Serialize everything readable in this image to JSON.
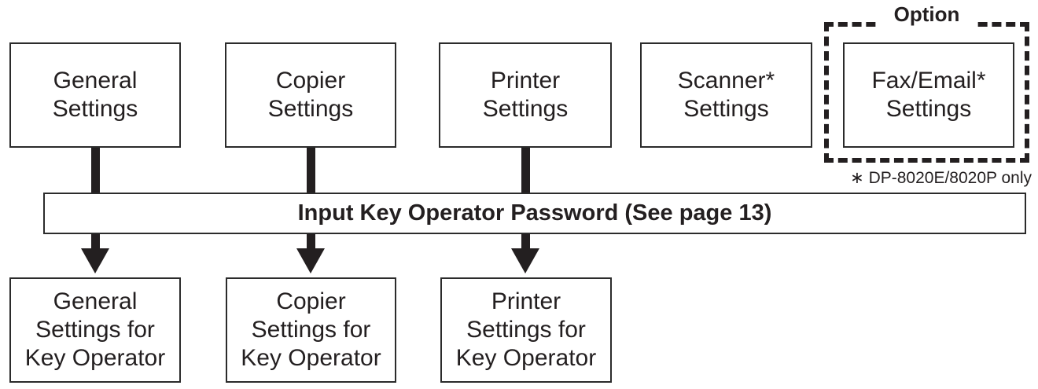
{
  "top_boxes": [
    {
      "line1": "General",
      "line2": "Settings"
    },
    {
      "line1": "Copier",
      "line2": "Settings"
    },
    {
      "line1": "Printer",
      "line2": "Settings"
    },
    {
      "line1": "Scanner*",
      "line2": "Settings"
    },
    {
      "line1": "Fax/Email*",
      "line2": "Settings"
    }
  ],
  "option_group": {
    "label": "Option",
    "footnote": "∗ DP-8020E/8020P only"
  },
  "password_bar": {
    "label": "Input Key Operator Password (See page 13)"
  },
  "bottom_boxes": [
    {
      "line1": "General",
      "line2": "Settings for",
      "line3": "Key Operator"
    },
    {
      "line1": "Copier",
      "line2": "Settings for",
      "line3": "Key Operator"
    },
    {
      "line1": "Printer",
      "line2": "Settings for",
      "line3": "Key Operator"
    }
  ],
  "colors": {
    "ink": "#231f20",
    "background": "#ffffff"
  }
}
